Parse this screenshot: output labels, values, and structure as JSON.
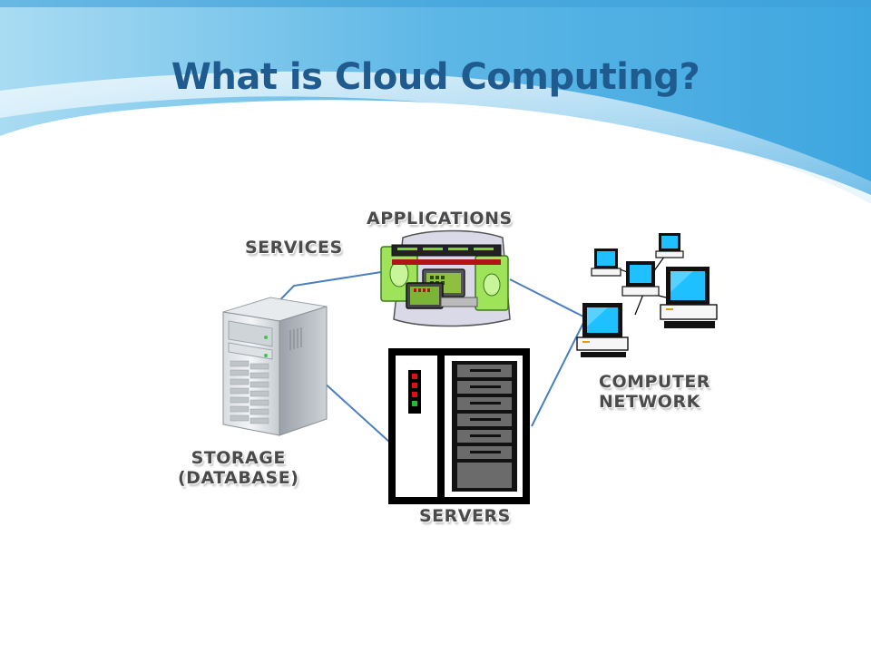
{
  "slide": {
    "title": "What is Cloud Computing?"
  },
  "diagram": {
    "labels": {
      "applications": "APPLICATIONS",
      "services": "SERVICES",
      "computer_network": [
        "COMPUTER",
        "NETWORK"
      ],
      "storage": [
        "STORAGE",
        "(DATABASE)"
      ],
      "servers": "SERVERS"
    }
  },
  "colors": {
    "title": "#1f5b8e",
    "banner_blue": "#5fb8e6",
    "connector": "#4a7ebf",
    "label_text": "#4a4a4a"
  }
}
